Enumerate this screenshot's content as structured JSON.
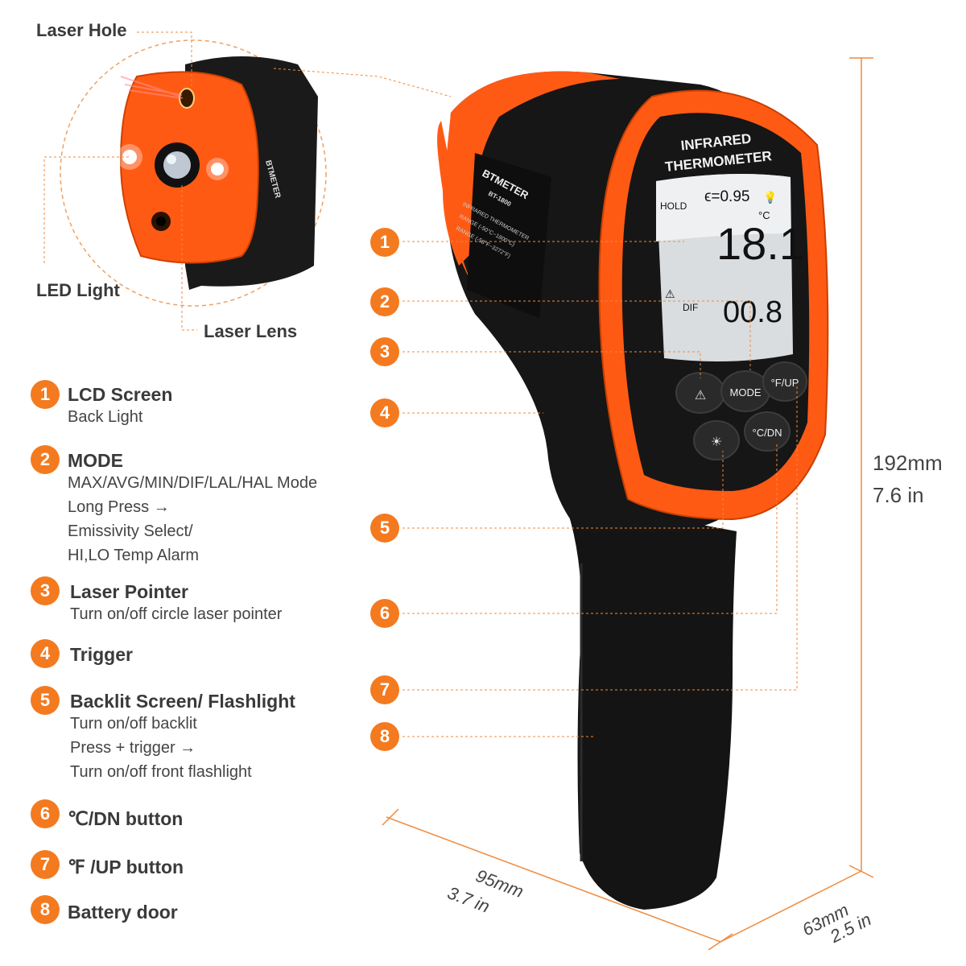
{
  "inset": {
    "labels": [
      "Laser Hole",
      "LED Light",
      "Laser Lens"
    ]
  },
  "device": {
    "brand": "BTMETER",
    "model": "BT-1800",
    "side_text": [
      "INFRARED THERMOMETER",
      "RANGE (-50°C~1800°C)",
      "RANGE (-58°F~3272°F)"
    ],
    "screen_header": [
      "INFRARED",
      "THERMOMETER"
    ],
    "lcd": {
      "hold": "HOLD",
      "emissivity": "ϵ=0.95",
      "unit": "°C",
      "main": "18.1",
      "dif_label": "DIF",
      "dif_value": "00.8"
    },
    "buttons": {
      "mode": "MODE",
      "f_up": "°F/UP",
      "c_dn": "°C/DN"
    }
  },
  "callout_numbers": [
    "1",
    "2",
    "3",
    "4",
    "5",
    "6",
    "7",
    "8"
  ],
  "features": [
    {
      "num": "1",
      "title": "LCD Screen",
      "lines": [
        "Back Light"
      ]
    },
    {
      "num": "2",
      "title": "MODE",
      "lines": [
        "MAX/AVG/MIN/DIF/LAL/HAL Mode",
        "Long Press →",
        "Emissivity Select/",
        "HI,LO Temp Alarm"
      ]
    },
    {
      "num": "3",
      "title": "Laser Pointer",
      "lines": [
        "Turn on/off circle laser pointer"
      ]
    },
    {
      "num": "4",
      "title": "Trigger",
      "lines": []
    },
    {
      "num": "5",
      "title": "Backlit Screen/ Flashlight",
      "lines": [
        "Turn on/off backlit",
        "Press + trigger →",
        "Turn on/off front flashlight"
      ]
    },
    {
      "num": "6",
      "title": "℃/DN button",
      "lines": []
    },
    {
      "num": "7",
      "title": "℉ /UP button",
      "lines": []
    },
    {
      "num": "8",
      "title": "Battery door",
      "lines": []
    }
  ],
  "dimensions": {
    "height_mm": "192mm",
    "height_in": "7.6 in",
    "length_mm": "95mm",
    "length_in": "3.7 in",
    "depth_mm": "63mm",
    "depth_in": "2.5 in"
  },
  "colors": {
    "accent": "#f47a1f",
    "body": "#161616",
    "orange_shell": "#ff5a14"
  }
}
